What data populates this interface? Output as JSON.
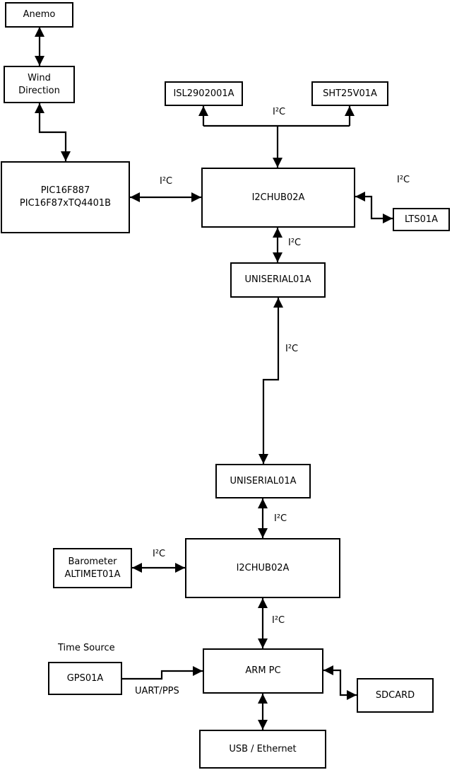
{
  "canvas": {
    "background": "#ffffff",
    "line_color": "#000000"
  },
  "nodes": {
    "anemo": {
      "label": "Anemo"
    },
    "wind_direction": {
      "label": "Wind\nDirection"
    },
    "pic_mcu": {
      "label": "PIC16F887\nPIC16F87xTQ4401B"
    },
    "isl_sensor": {
      "label": "ISL2902001A"
    },
    "sht_sensor": {
      "label": "SHT25V01A"
    },
    "i2c_hub_top": {
      "label": "I2CHUB02A"
    },
    "lts_sensor": {
      "label": "LTS01A"
    },
    "uniserial_top": {
      "label": "UNISERIAL01A"
    },
    "uniserial_bottom": {
      "label": "UNISERIAL01A"
    },
    "barometer": {
      "label": "Barometer\nALTIMET01A"
    },
    "i2c_hub_bottom": {
      "label": "I2CHUB02A"
    },
    "arm_pc": {
      "label": "ARM PC"
    },
    "gps": {
      "label": "GPS01A"
    },
    "sdcard": {
      "label": "SDCARD"
    },
    "usb_ethernet": {
      "label": "USB / Ethernet"
    }
  },
  "edge_labels": {
    "i2c": "I²C",
    "uart_pps": "UART/PPS"
  },
  "annotations": {
    "time_source": "Time Source"
  }
}
